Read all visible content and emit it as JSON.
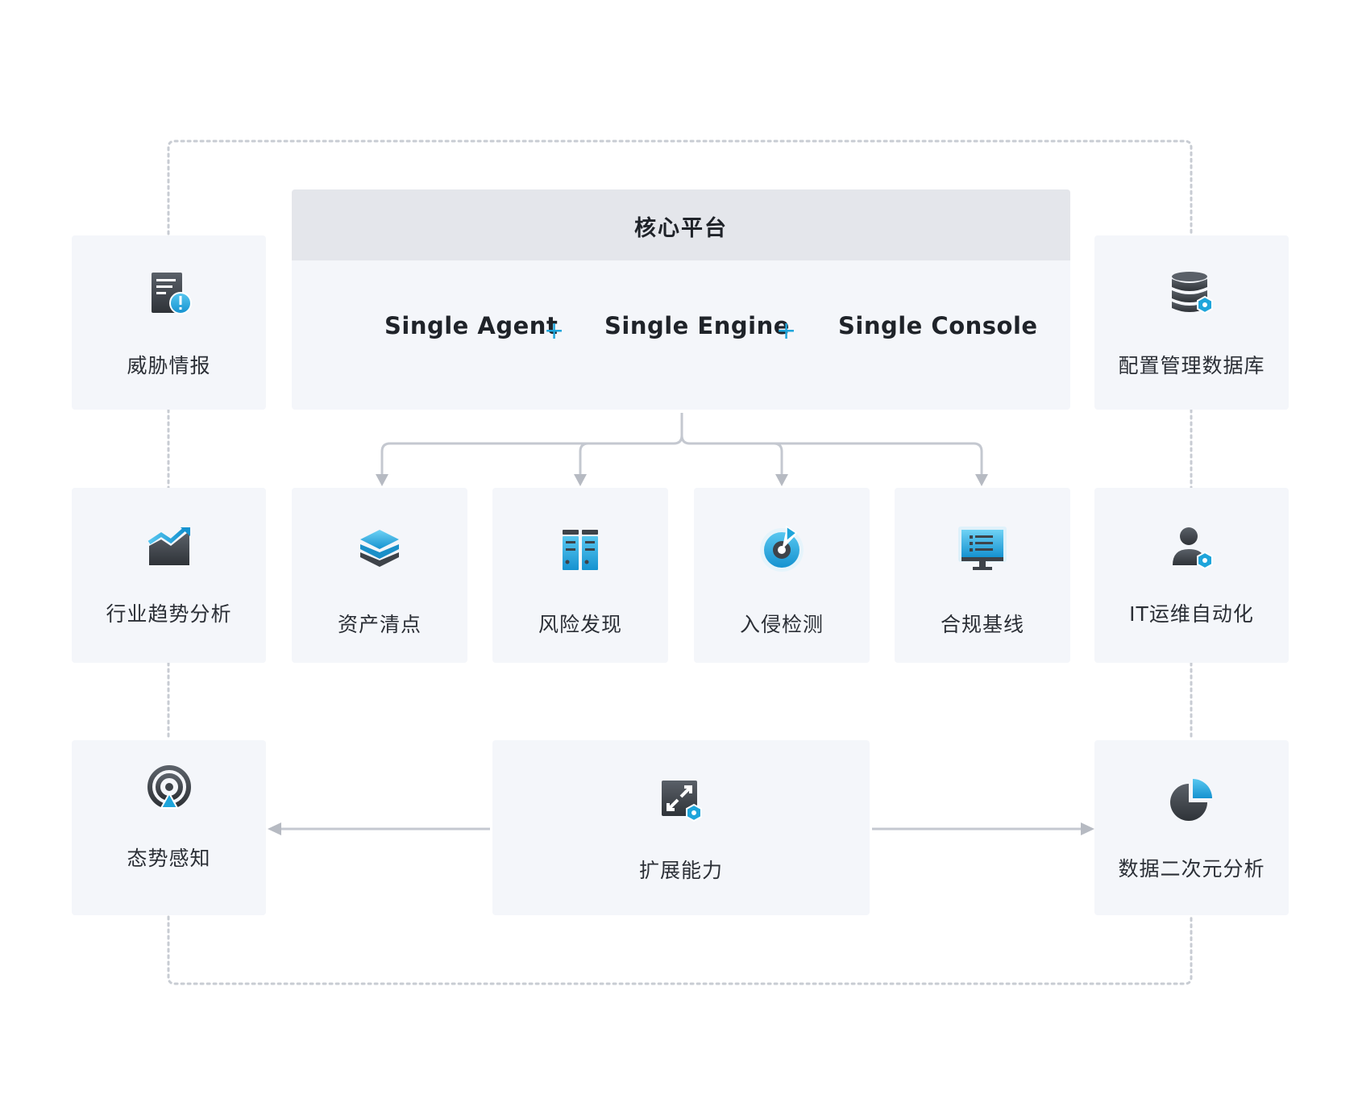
{
  "core": {
    "title": "核心平台",
    "items": [
      "Single Agent",
      "Single Engine",
      "Single Console"
    ],
    "separator": "+"
  },
  "side_left": [
    {
      "label": "威胁情报",
      "icon": "threat-intel-report-icon"
    },
    {
      "label": "行业趋势分析",
      "icon": "trend-chart-icon"
    },
    {
      "label": "态势感知",
      "icon": "radar-signal-icon"
    }
  ],
  "side_right": [
    {
      "label": "配置管理数据库",
      "icon": "database-icon"
    },
    {
      "label": "IT运维自动化",
      "icon": "user-automation-icon"
    },
    {
      "label": "数据二次元分析",
      "icon": "pie-chart-icon"
    }
  ],
  "modules": [
    {
      "label": "资产清点",
      "icon": "layers-icon"
    },
    {
      "label": "风险发现",
      "icon": "server-cabinet-icon"
    },
    {
      "label": "入侵检测",
      "icon": "target-icon"
    },
    {
      "label": "合规基线",
      "icon": "monitor-checklist-icon"
    }
  ],
  "extension": {
    "label": "扩展能力",
    "icon": "expand-arrows-icon"
  },
  "colors": {
    "accent": "#1ea5db",
    "box_bg": "#f4f6fa",
    "header_bg": "#e4e6eb",
    "connector": "#c4c8d0",
    "dotted": "#c8ccd3",
    "icon_dark": "#3e4349"
  }
}
